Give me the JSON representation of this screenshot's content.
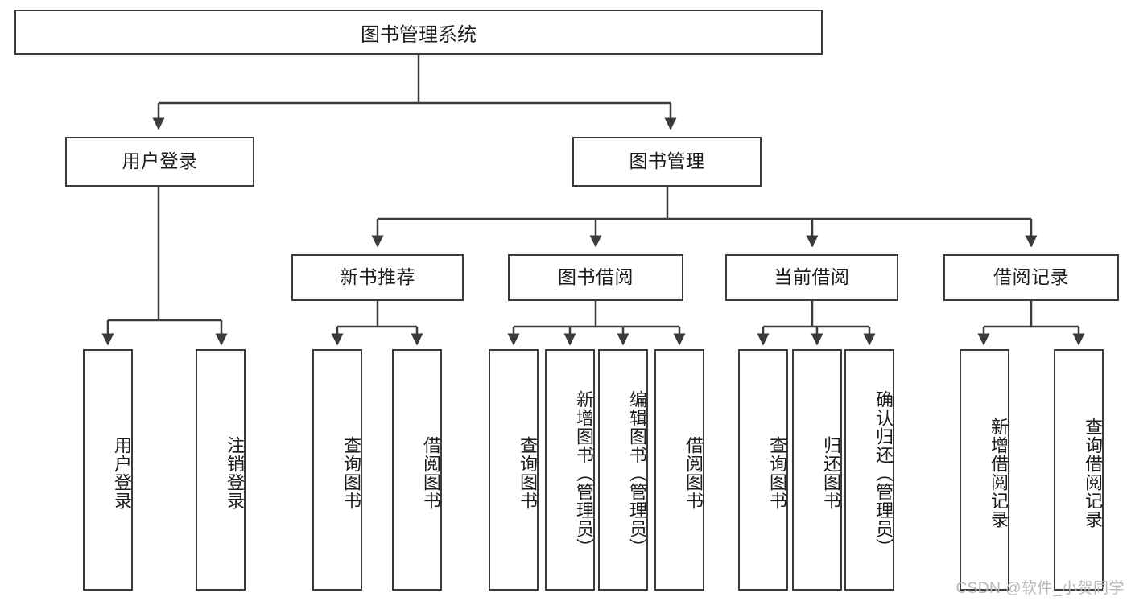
{
  "diagram": {
    "title": "图书管理系统",
    "type": "tree",
    "stroke_color": "#3b3b3b",
    "fill_color": "#ffffff",
    "text_color": "#1c1c1c",
    "root": {
      "id": "root",
      "label": "图书管理系统"
    },
    "level2": [
      {
        "id": "user-login",
        "label": "用户登录"
      },
      {
        "id": "book-manage",
        "label": "图书管理"
      }
    ],
    "level3": [
      {
        "id": "new-book-recommend",
        "label": "新书推荐"
      },
      {
        "id": "book-borrow",
        "label": "图书借阅"
      },
      {
        "id": "current-borrow",
        "label": "当前借阅"
      },
      {
        "id": "borrow-record",
        "label": "借阅记录"
      }
    ],
    "leaves": {
      "user_login": [
        {
          "id": "leaf-user-login",
          "label": "用户登录"
        },
        {
          "id": "leaf-logout-login",
          "label": "注销登录"
        }
      ],
      "new_book_recommend": [
        {
          "id": "leaf-query-book-1",
          "label": "查询图书"
        },
        {
          "id": "leaf-borrow-book-1",
          "label": "借阅图书"
        }
      ],
      "book_borrow": [
        {
          "id": "leaf-query-book-2",
          "label": "查询图书"
        },
        {
          "id": "leaf-add-book",
          "label": "新增图书（管理员）"
        },
        {
          "id": "leaf-edit-book",
          "label": "编辑图书（管理员）"
        },
        {
          "id": "leaf-borrow-book-2",
          "label": "借阅图书"
        }
      ],
      "current_borrow": [
        {
          "id": "leaf-query-book-3",
          "label": "查询图书"
        },
        {
          "id": "leaf-return-book",
          "label": "归还图书"
        },
        {
          "id": "leaf-confirm-return",
          "label": "确认归还（管理员）"
        }
      ],
      "borrow_record": [
        {
          "id": "leaf-add-record",
          "label": "新增借阅记录"
        },
        {
          "id": "leaf-query-record",
          "label": "查询借阅记录"
        }
      ]
    }
  },
  "watermark": {
    "text": "CSDN @软件_小贺同学"
  }
}
